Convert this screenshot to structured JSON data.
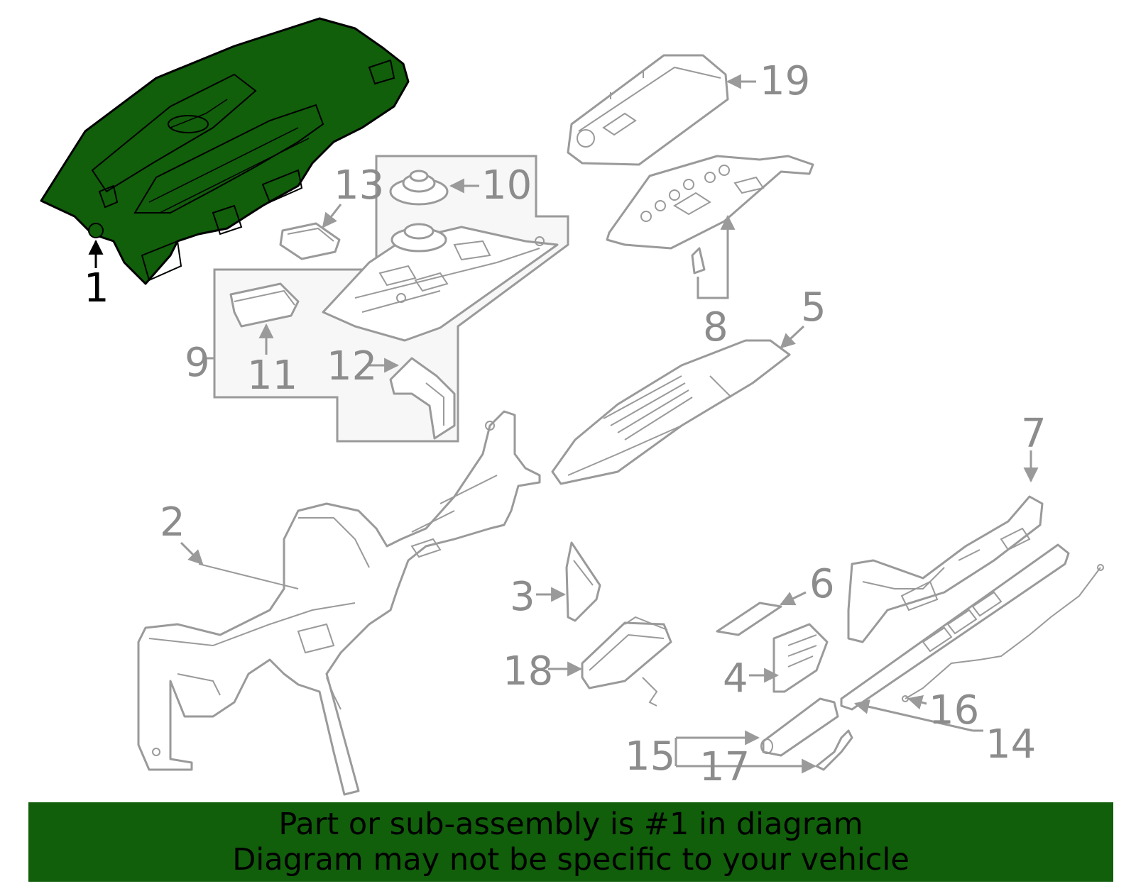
{
  "highlight_color": "#115e0b",
  "callouts": {
    "c1": "1",
    "c2": "2",
    "c3": "3",
    "c4": "4",
    "c5": "5",
    "c6": "6",
    "c7": "7",
    "c8": "8",
    "c9": "9",
    "c10": "10",
    "c11": "11",
    "c12": "12",
    "c13": "13",
    "c14": "14",
    "c15": "15",
    "c16": "16",
    "c17": "17",
    "c18": "18",
    "c19": "19"
  },
  "banner": {
    "line1": "Part or sub-assembly is #1 in diagram",
    "line2": "Diagram may not be specific to your vehicle"
  }
}
